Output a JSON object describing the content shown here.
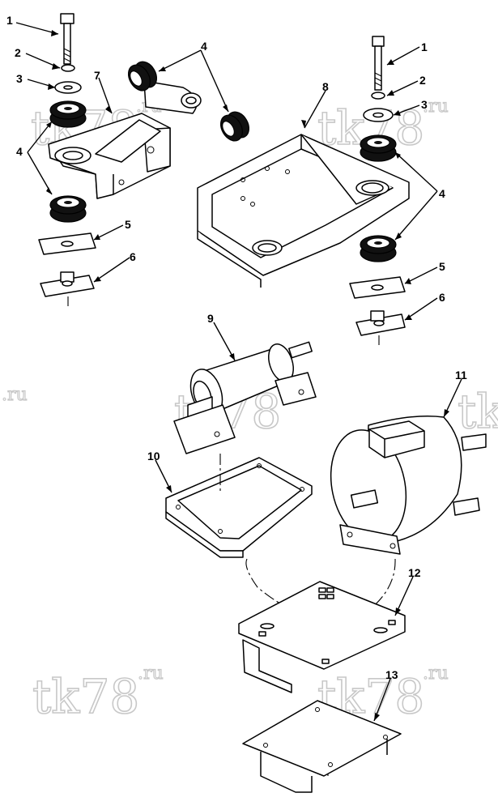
{
  "callouts": [
    "1",
    "2",
    "3",
    "4",
    "5",
    "6",
    "7",
    "8",
    "9",
    "10",
    "11",
    "12",
    "13"
  ],
  "watermark": {
    "text": "tk78",
    "suffix": ".ru"
  }
}
